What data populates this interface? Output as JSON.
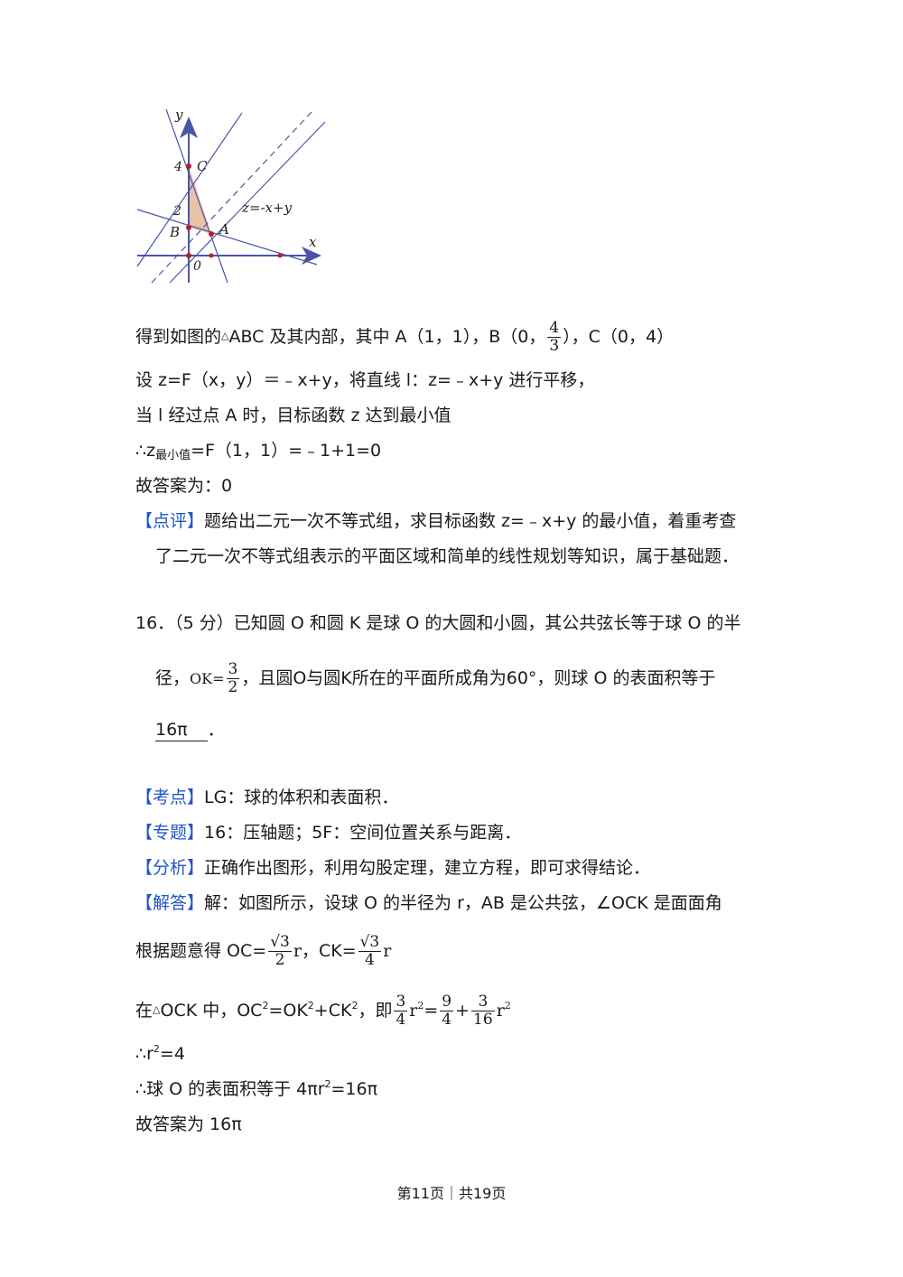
{
  "figure": {
    "axis_x": "x",
    "axis_y": "y",
    "origin": "0",
    "tick_4": "4",
    "tick_2": "2",
    "label_C": "C",
    "label_B": "B",
    "label_A": "A",
    "line_label": "z=-x+y",
    "colors": {
      "line": "#4a55a8",
      "region": "#e9c3a7",
      "point": "#b22222"
    }
  },
  "lines": {
    "l1_pre": "得到如图的",
    "l1_tri": "△",
    "l1_mid": "ABC 及其内部，其中 A（1，1），B（0，",
    "l1_frac_num": "4",
    "l1_frac_den": "3",
    "l1_post": "），C（0，4）",
    "l2": "设 z=F（x，y）＝﹣x+y，将直线 l：z=﹣x+y 进行平移，",
    "l3": "当 l 经过点 A 时，目标函数 z 达到最小值",
    "l4_pre": "∴z",
    "l4_sub": "最小值",
    "l4_post": "=F（1，1）=﹣1+1=0",
    "l5": "故答案为：0",
    "comment_tag": "【点评】",
    "comment_1": "题给出二元一次不等式组，求目标函数 z=﹣x+y 的最小值，着重考查",
    "comment_2": "了二元一次不等式组表示的平面区域和简单的线性规划等知识，属于基础题．"
  },
  "q16": {
    "line1": "16．（5 分）已知圆 O 和圆 K 是球 O 的大圆和小圆，其公共弦长等于球 O 的半",
    "line2_pre": "径，",
    "ok_label": "OK=",
    "ok_num": "3",
    "ok_den": "2",
    "line2_post": "，且圆O与圆K所在的平面所成角为60°，则球 O 的表面积等于",
    "answer": "16π",
    "answer_end": "．"
  },
  "solution": {
    "kd_tag": "【考点】",
    "kd": "LG：球的体积和表面积．",
    "zt_tag": "【专题】",
    "zt": "16：压轴题；5F：空间位置关系与距离．",
    "fx_tag": "【分析】",
    "fx": "正确作出图形，利用勾股定理，建立方程，即可求得结论．",
    "jd_tag": "【解答】",
    "jd": "解：如图所示，设球 O 的半径为 r，AB 是公共弦，∠OCK 是面面角",
    "s1_pre": "根据题意得 OC=",
    "s1_num1": "√3",
    "s1_den1": "2",
    "s1_r1": "r",
    "s1_mid": "，CK=",
    "s1_num2": "√3",
    "s1_den2": "4",
    "s1_r2": "r",
    "s2_pre": "在",
    "s2_tri": "△",
    "s2_a": "OCK 中，OC",
    "s2_sup": "2",
    "s2_b": "=OK",
    "s2_c": "+CK",
    "s2_d": "，即",
    "s2_f1n": "3",
    "s2_f1d": "4",
    "s2_r": "r",
    "s2_eq": "=",
    "s2_f2n": "9",
    "s2_f2d": "4",
    "s2_plus": "+",
    "s2_f3n": "3",
    "s2_f3d": "16",
    "s3_pre": "∴r",
    "s3_post": "=4",
    "s4_pre": "∴球 O 的表面积等于 4πr",
    "s4_post": "=16π",
    "s5": "故答案为 16π"
  },
  "footer": "第11页｜共19页"
}
